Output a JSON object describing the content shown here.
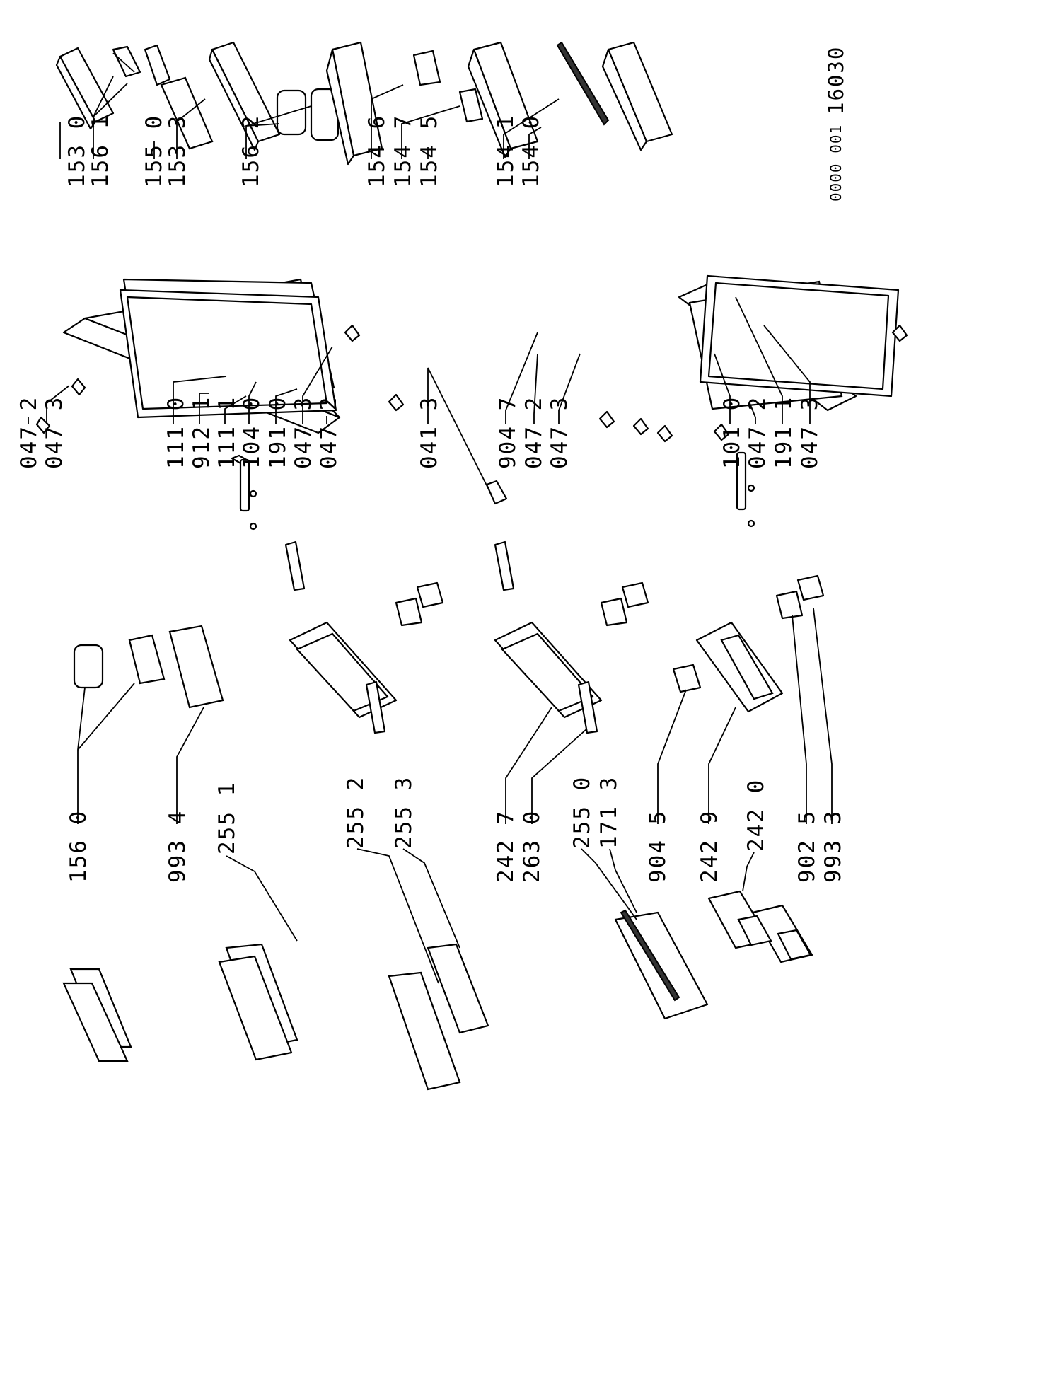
{
  "labels": {
    "l1530": "153 0",
    "l1561": "156 1",
    "l1550": "155 0",
    "l1533": "153 3",
    "l1562": "156 2",
    "l1546": "154 6",
    "l1547": "154 7",
    "l1545": "154 5",
    "l1541": "154 1",
    "l1540": "154 0",
    "l0472a": "047 2",
    "l0473a": "047 3",
    "l1110": "111 0",
    "l9121": "912 1",
    "l1111": "111 1",
    "l1040": "104 0",
    "l1910": "191 0",
    "l0473b": "047 3",
    "l0472b": "047 2",
    "l0413": "041 3",
    "l9047": "904 7",
    "l0472c": "047 2",
    "l0473c": "047 3",
    "l1010": "101 0",
    "l0472d": "047 2",
    "l1911": "191 1",
    "l0473d": "047 3",
    "l1560": "156 0",
    "l9934": "993 4",
    "l2551": "255 1",
    "l2552": "255 2",
    "l2553": "255 3",
    "l2427": "242 7",
    "l2630": "263 0",
    "l2550": "255 0",
    "l1713": "171 3",
    "l9045": "904 5",
    "l2429": "242 9",
    "l2420": "242 0",
    "l9025": "902 5",
    "l9933": "993 3"
  },
  "drawing_number": "0000 001",
  "figure_number": "16030"
}
